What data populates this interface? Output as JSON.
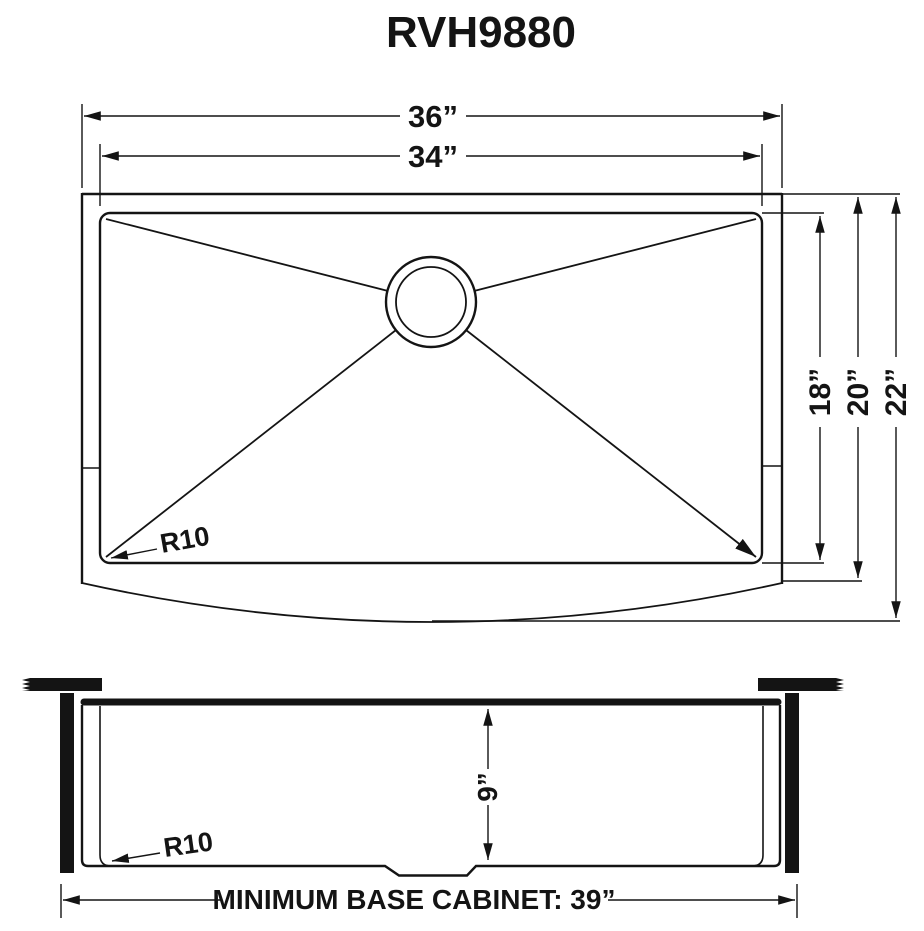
{
  "title": "RVH9880",
  "top_view": {
    "outer_width": "36”",
    "inner_width": "34”",
    "inner_depth": "18”",
    "rim_depth": "20”",
    "overall_depth": "22”",
    "corner_radius_label": "R10"
  },
  "front_view": {
    "bowl_depth": "9”",
    "corner_radius_label": "R10",
    "base_cabinet_note": "MINIMUM BASE CABINET: 39”"
  },
  "colors": {
    "ink": "#141414",
    "background": "#ffffff"
  }
}
